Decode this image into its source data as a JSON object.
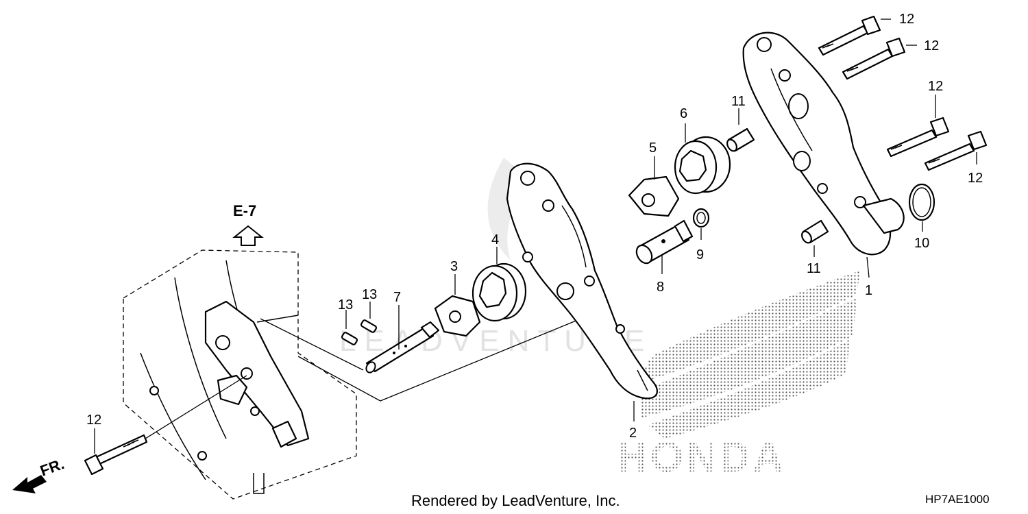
{
  "diagram": {
    "ref_label": "E-7",
    "front_label": "FR.",
    "watermark_text": "LEADVENTURE",
    "brand_text": "HONDA",
    "credit": "Rendered by LeadVenture, Inc.",
    "code": "HP7AE1000",
    "callouts": {
      "p1": "1",
      "p2": "2",
      "p3": "3",
      "p4": "4",
      "p5": "5",
      "p6": "6",
      "p7": "7",
      "p8": "8",
      "p9": "9",
      "p10": "10",
      "p11a": "11",
      "p11b": "11",
      "p12a": "12",
      "p12b": "12",
      "p12c": "12",
      "p12d": "12",
      "p12e": "12",
      "p13a": "13",
      "p13b": "13"
    }
  },
  "colors": {
    "line": "#000000",
    "background": "#ffffff",
    "watermark": "#d9d9d9"
  }
}
